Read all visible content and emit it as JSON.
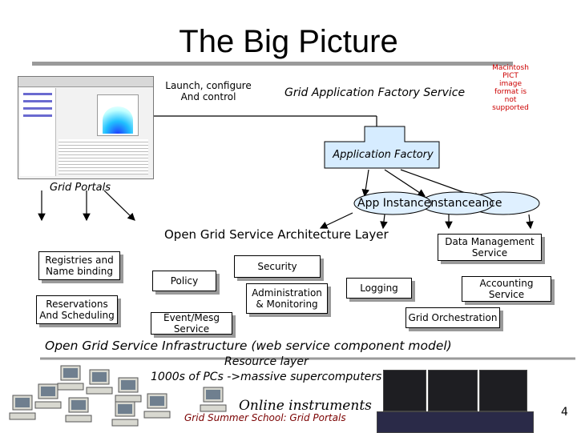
{
  "title": "The Big Picture",
  "labels": {
    "launch": "Launch, configure And control",
    "gafs": "Grid Application Factory Service",
    "app_factory": "Application Factory",
    "grid_portals": "Grid Portals",
    "app_instance": "App Instancenstanceance",
    "ogsa": "Open Grid Service Architecture Layer",
    "ogsi": "Open Grid Service Infrastructure (web service component model)",
    "resource_layer": "Resource layer",
    "pcs": "1000s of PCs ->massive supercomputers",
    "online": "Online instruments",
    "footer": "Grid Summer School: Grid Portals",
    "page_number": "4",
    "seal": "Macintosh PICT image format is not supported"
  },
  "services": {
    "data_management": "Data Management Service",
    "registries": "Registries and Name binding",
    "security": "Security",
    "policy": "Policy",
    "administration": "Administration & Monitoring",
    "logging": "Logging",
    "accounting": "Accounting Service",
    "reservations": "Reservations And Scheduling",
    "event": "Event/Mesg Service",
    "orchestration": "Grid Orchestration"
  },
  "colors": {
    "factory_fill": "#d6ecff",
    "instance_fill": "#dff0ff",
    "shadow": "#9a9a9a",
    "seal": "#cc0000"
  }
}
